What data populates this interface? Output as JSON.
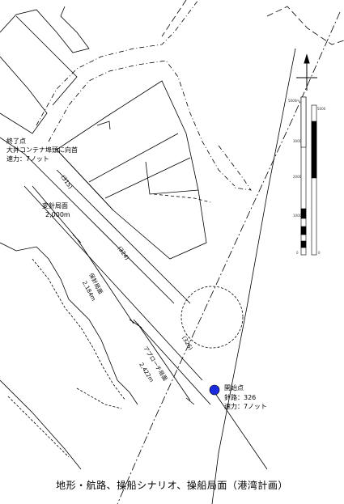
{
  "caption": "地形・航路、操船シナリオ、操船局面（港湾計画）",
  "end_point": {
    "title": "終了点",
    "line1": "大井コンテナ埠頭に向首",
    "line2": "速力：7ノット"
  },
  "start_point": {
    "title": "開始点",
    "line1": "針路：326",
    "line2": "速力：7ノット"
  },
  "phases": {
    "berthing_label": "変針局面",
    "berthing_dist": "2,000m",
    "keep_label": "保針局面",
    "keep_dist": "2,184m",
    "approach_label": "アプローチ局面",
    "approach_dist": "2,422m"
  },
  "courses": [
    "(315)",
    "(324)",
    "(326)"
  ],
  "scale_bar": {
    "left_ticks": [
      "5000m",
      "3000",
      "2000",
      "1000",
      "0"
    ],
    "right_ticks": [
      "5000",
      "0"
    ]
  },
  "colors": {
    "start_marker": "#1a2be0",
    "ink": "#000000"
  },
  "icons": {
    "north_arrow": "north-arrow-icon"
  }
}
